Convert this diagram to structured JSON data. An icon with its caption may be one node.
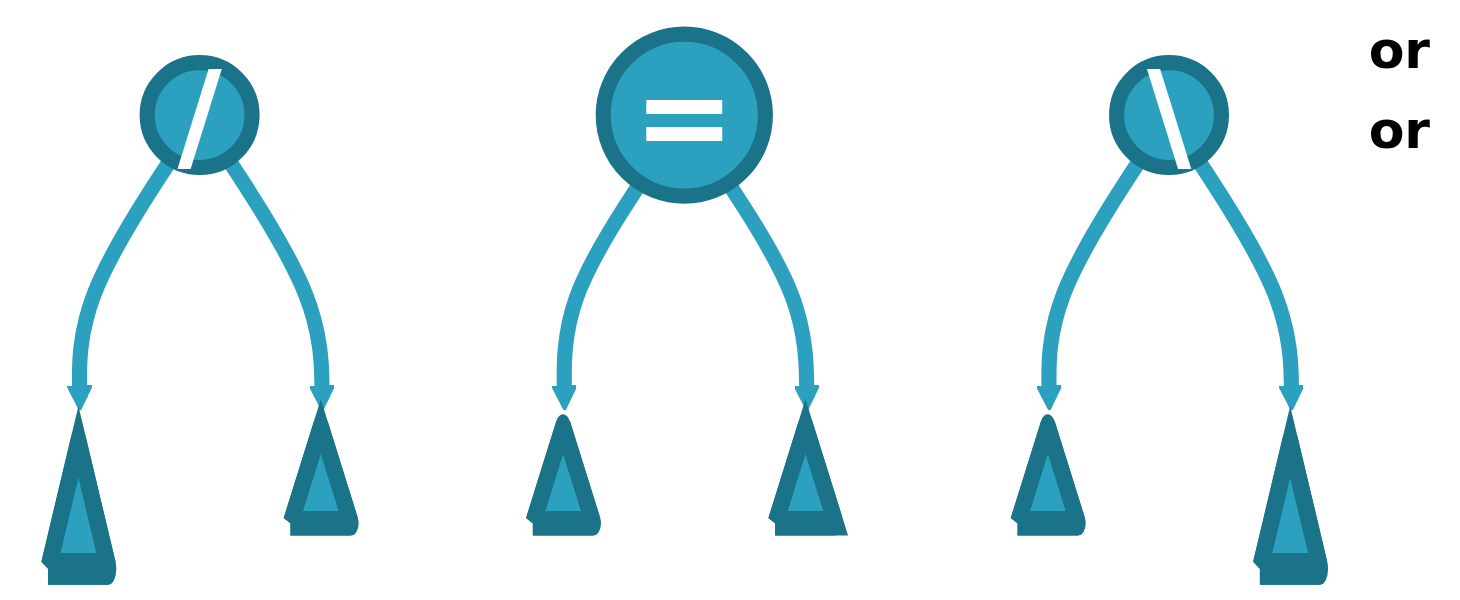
{
  "diagram": {
    "nodes": [
      {
        "text": [
          "/"
        ]
      },
      {
        "text": [],
        "shape": "triangle"
      },
      {
        "text": [],
        "shape": "triangle"
      },
      {
        "text": [
          "="
        ]
      },
      {
        "text": [],
        "shape": "triangle"
      },
      {
        "text": [],
        "shape": "triangle"
      },
      {
        "text": [
          "\\"
        ]
      },
      {
        "text": [],
        "shape": "triangle"
      },
      {
        "text": [],
        "shape": "triangle"
      }
    ],
    "edges": [
      {
        "from": 0,
        "to": 1,
        "arrow": "to"
      },
      {
        "from": 0,
        "to": 2,
        "arrow": "to"
      },
      {
        "from": 3,
        "to": 4,
        "arrow": "to"
      },
      {
        "from": 3,
        "to": 5,
        "arrow": "to"
      },
      {
        "from": 6,
        "to": 7,
        "arrow": "to"
      },
      {
        "from": 6,
        "to": 8,
        "arrow": "to"
      }
    ],
    "labels": [
      "or",
      "or"
    ]
  }
}
